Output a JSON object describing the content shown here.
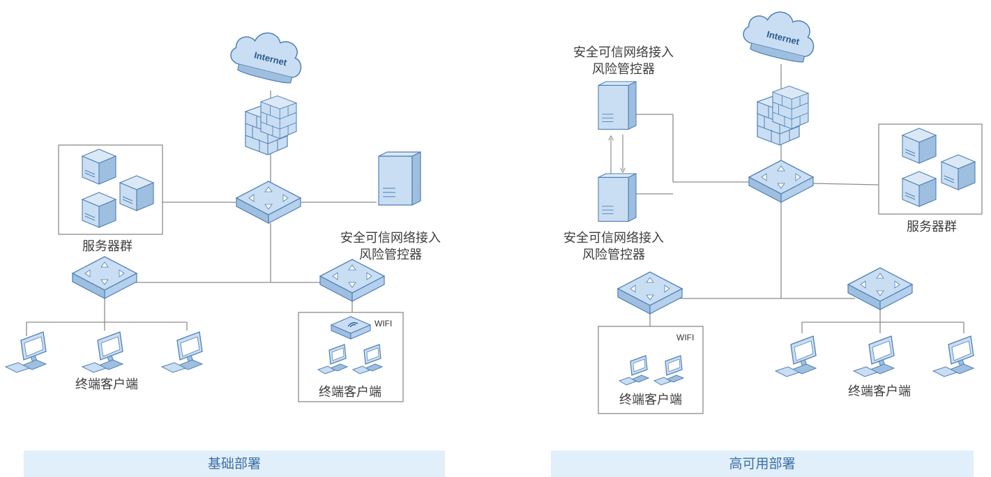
{
  "left": {
    "server_group_label": "服务器群",
    "controller_label_line1": "安全可信网络接入",
    "controller_label_line2": "风险管控器",
    "terminals_label": "终端客户端",
    "wifi_terminals_label": "终端客户端",
    "wifi_label": "WIFI",
    "caption": "基础部署",
    "internet_text": "Internet"
  },
  "right": {
    "controller_top_line1": "安全可信网络接入",
    "controller_top_line2": "风险管控器",
    "controller_bottom_line1": "安全可信网络接入",
    "controller_bottom_line2": "风险管控器",
    "server_group_label": "服务器群",
    "wifi_terminals_label": "终端客户端",
    "terminals_label": "终端客户端",
    "wifi_label": "WIFI",
    "caption": "高可用部署",
    "internet_text": "Internet"
  },
  "colors": {
    "device_fill": "#c9def3",
    "device_stroke": "#4f7fb5",
    "line": "#8c8c8c",
    "caption_bg": "#e1effb",
    "caption_text": "#3a6ea5"
  }
}
